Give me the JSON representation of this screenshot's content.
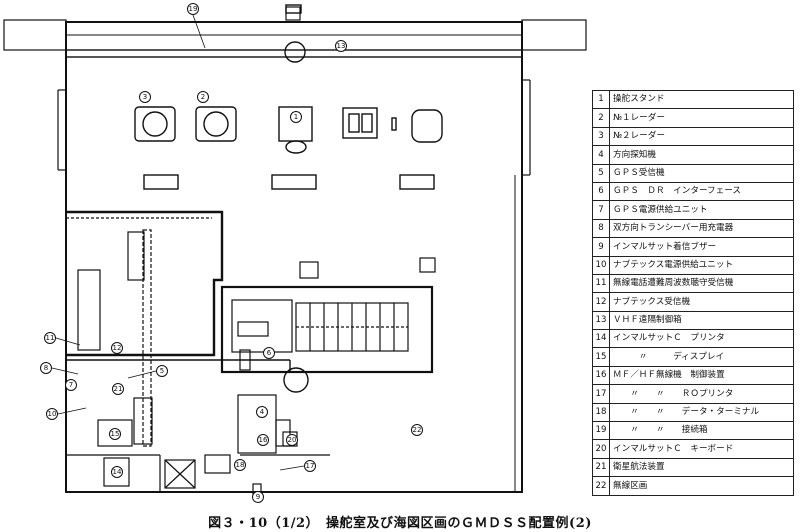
{
  "legend": [
    {
      "num": "1",
      "label": "操舵スタンド"
    },
    {
      "num": "2",
      "label": "№１レーダー"
    },
    {
      "num": "3",
      "label": "№２レーダー"
    },
    {
      "num": "4",
      "label": "方向探知機"
    },
    {
      "num": "5",
      "label": "ＧＰＳ受信機"
    },
    {
      "num": "6",
      "label": "ＧＰＳ　ＤＲ　インターフェース"
    },
    {
      "num": "7",
      "label": "ＧＰＳ電源供給ユニット"
    },
    {
      "num": "8",
      "label": "双方向トランシーバー用充電器"
    },
    {
      "num": "9",
      "label": "インマルサット着信ブザー"
    },
    {
      "num": "10",
      "label": "ナブテックス電源供給ユニット"
    },
    {
      "num": "11",
      "label": "無線電話遭難周波数聴守受信機"
    },
    {
      "num": "12",
      "label": "ナブテックス受信機"
    },
    {
      "num": "13",
      "label": "ＶＨＦ遠隔制御箱"
    },
    {
      "num": "14",
      "label": "インマルサットＣ　プリンタ"
    },
    {
      "num": "15",
      "label": "　　　〃　　　ディスプレイ"
    },
    {
      "num": "16",
      "label": "ＭＦ／ＨＦ無線機　制御装置"
    },
    {
      "num": "17",
      "label": "　　〃　　〃　　ＲＯプリンタ"
    },
    {
      "num": "18",
      "label": "　　〃　　〃　　データ・ターミナル"
    },
    {
      "num": "19",
      "label": "　　〃　　〃　　接続箱"
    },
    {
      "num": "20",
      "label": "インマルサットＣ　キーボード"
    },
    {
      "num": "21",
      "label": "衛星航法装置"
    },
    {
      "num": "22",
      "label": "無線区画"
    }
  ],
  "markers": [
    "1",
    "2",
    "3",
    "4",
    "5",
    "6",
    "7",
    "8",
    "9",
    "10",
    "11",
    "12",
    "13",
    "14",
    "15",
    "16",
    "17",
    "18",
    "19",
    "20",
    "21",
    "22"
  ],
  "caption": "図３・10（1/2）　操舵室及び海図区画のＧＭＤＳＳ配置例(2)"
}
